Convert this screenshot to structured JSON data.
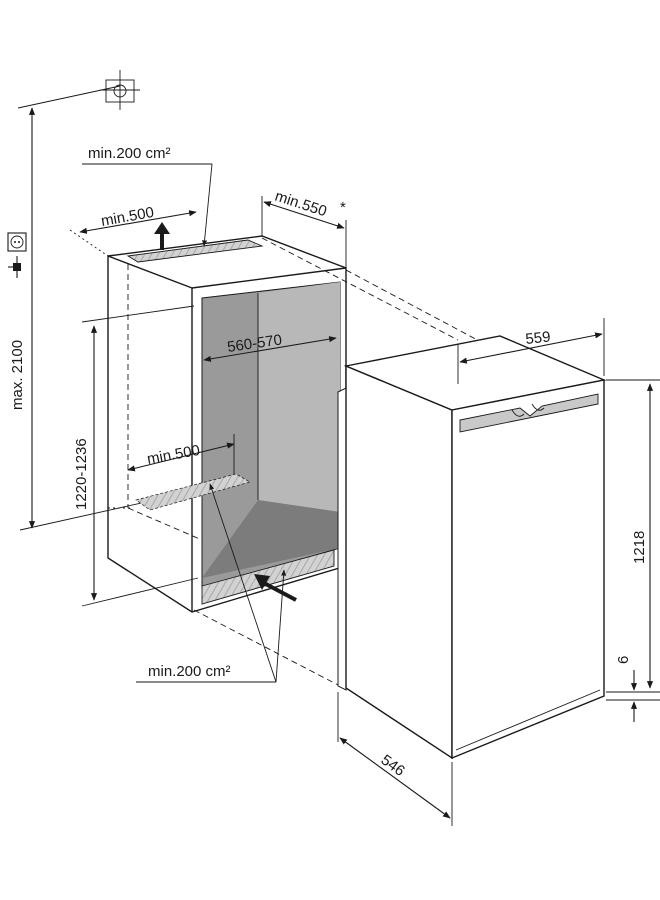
{
  "dimensions": {
    "max_height": "max. 2100",
    "niche_height": "1220-1236",
    "niche_width": "560-570",
    "depth_min": "min.550",
    "asterisk": "*",
    "top_depth_min": "min.500",
    "bottom_depth_min": "min.500",
    "vent_top": "min.200 cm²",
    "vent_bottom": "min.200 cm²",
    "appliance_width": "559",
    "appliance_height": "1218",
    "plinth_gap": "6",
    "appliance_depth": "546"
  },
  "icons": [
    "crosshair-icon",
    "socket-icon",
    "plug-icon"
  ],
  "colors": {
    "line": "#1a1a1a",
    "niche_interior": "#8c8c8c",
    "niche_back": "#b5b5b5",
    "vent_fill": "#c9c9c9",
    "appliance_body": "#ffffff"
  }
}
